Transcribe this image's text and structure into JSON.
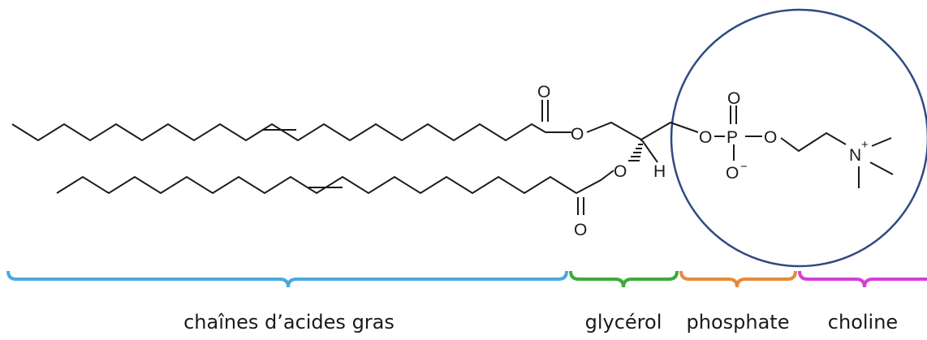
{
  "molecule": {
    "atoms": {
      "o_carbonyl_1": "O",
      "o_ester_1": "O",
      "o_ester_2": "O",
      "o_carbonyl_2": "O",
      "h_stereo": "H",
      "o_glycerol_phosphate": "O",
      "p": "P",
      "o_phosphoryl": "O",
      "o_phosphate_choline": "O",
      "o_anion": "O",
      "n": "N",
      "charge_minus": "−",
      "charge_plus": "+"
    }
  },
  "regions": [
    {
      "id": "fatty-acids",
      "label": "chaînes d’acides gras",
      "color": "#4aa8e0"
    },
    {
      "id": "glycerol",
      "label": "glycérol",
      "color": "#3daa3d"
    },
    {
      "id": "phosphate",
      "label": "phosphate",
      "color": "#e8893a"
    },
    {
      "id": "choline",
      "label": "choline",
      "color": "#d63fd6"
    }
  ],
  "highlight_circle_color": "#2f4a82"
}
